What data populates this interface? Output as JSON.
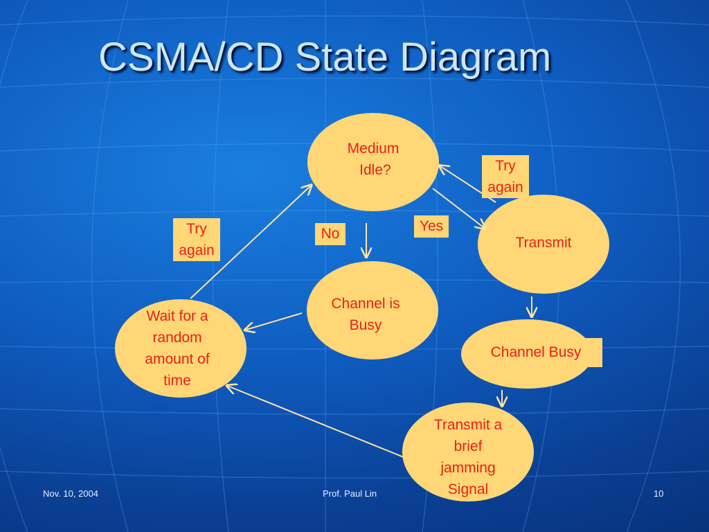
{
  "slide": {
    "title": "CSMA/CD State Diagram"
  },
  "diagram": {
    "nodes": {
      "medium_idle": "Medium\n Idle?",
      "transmit": "Transmit",
      "channel_is_busy": "Channel is\nBusy",
      "channel_busy": "Channel Busy",
      "wait_random": "Wait for a\nrandom\namount of\ntime",
      "jam_signal": "Transmit a\nbrief\njamming\nSignal"
    },
    "edge_labels": {
      "try_again_right": "Try\nagain",
      "try_again_left": "Try\nagain",
      "yes": "Yes",
      "no": "No"
    },
    "colors": {
      "node_fill": "#ffd776",
      "label_text": "#e8201a",
      "edge": "#ffe3a0",
      "title_text": "#cfe6f4"
    }
  },
  "footer": {
    "date": "Nov. 10, 2004",
    "author": "Prof. Paul Lin",
    "page": "10"
  }
}
